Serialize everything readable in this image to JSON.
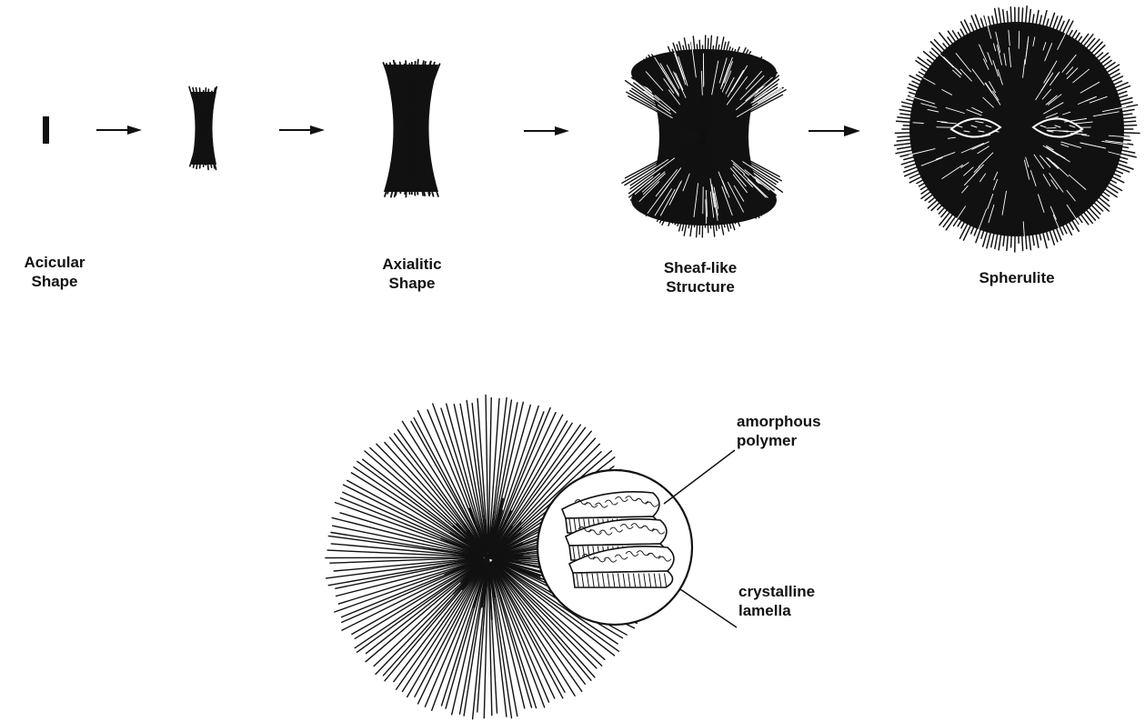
{
  "stages": [
    {
      "id": "acicular",
      "line1": "Acicular",
      "line2": "Shape"
    },
    {
      "id": "axialitic",
      "line1": "Axialitic",
      "line2": "Shape"
    },
    {
      "id": "sheaf",
      "line1": "Sheaf-like",
      "line2": "Structure"
    },
    {
      "id": "spherulite",
      "line1": "Spherulite",
      "line2": ""
    }
  ],
  "callouts": {
    "amorphous": {
      "line1": "amorphous",
      "line2": "polymer"
    },
    "crystalline": {
      "line1": "crystalline",
      "line2": "lamella"
    }
  },
  "colors": {
    "ink": "#111111",
    "background": "#ffffff"
  }
}
